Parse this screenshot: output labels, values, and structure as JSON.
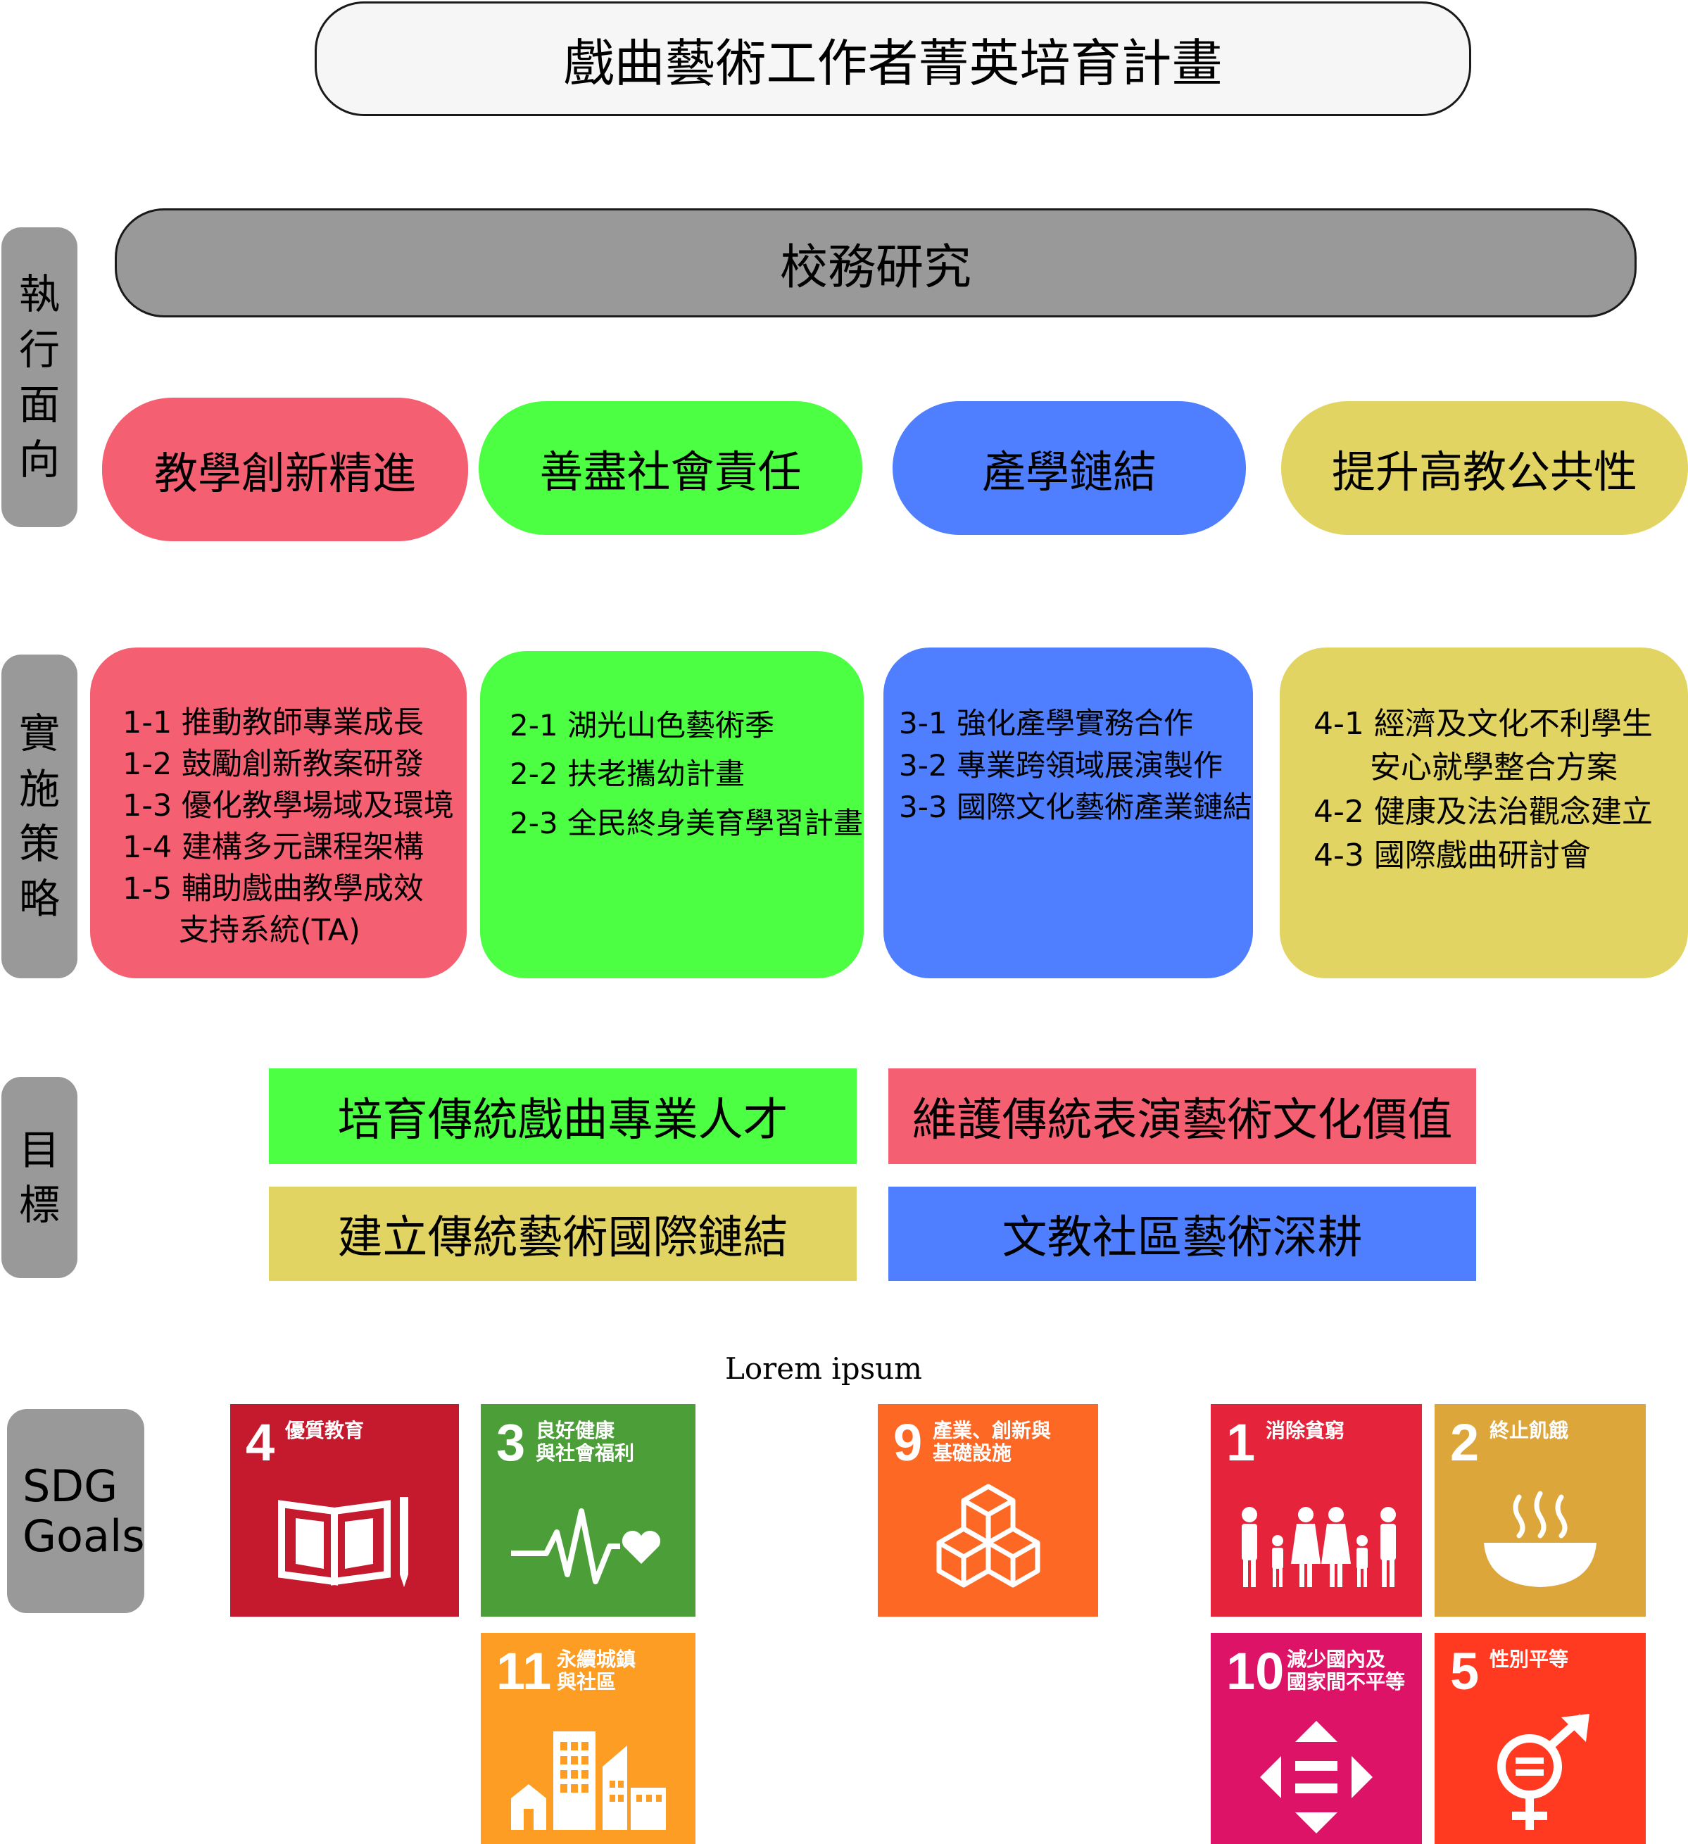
{
  "title": "戲曲藝術工作者菁英培育計畫",
  "research": "校務研究",
  "side_labels": {
    "aspects": "執\n行\n面\n向",
    "strategies": "實\n施\n策\n略",
    "goals": "目\n標",
    "sdg": "SDG\nGoals"
  },
  "aspects": [
    {
      "label": "教學創新精進",
      "color": "#f45f72"
    },
    {
      "label": "善盡社會責任",
      "color": "#4cff43"
    },
    {
      "label": "產學鏈結",
      "color": "#4f7ffe"
    },
    {
      "label": "提升高教公共性",
      "color": "#e1d462"
    }
  ],
  "strategies": [
    {
      "items": [
        "1-1 推動教師專業成長",
        "1-2 鼓勵創新教案研發",
        "1-3 優化教學場域及環境",
        "1-4 建構多元課程架構",
        "1-5 輔助戲曲教學成效",
        "支持系統(TA)"
      ]
    },
    {
      "items": [
        "2-1 湖光山色藝術季",
        "2-2 扶老攜幼計畫",
        "2-3 全民終身美育學習計畫"
      ]
    },
    {
      "items": [
        "3-1 強化產學實務合作",
        "3-2 專業跨領域展演製作",
        "3-3 國際文化藝術產業鏈結"
      ]
    },
    {
      "items": [
        "4-1 經濟及文化不利學生",
        "安心就學整合方案",
        "4-2 健康及法治觀念建立",
        "4-3 國際戲曲研討會"
      ]
    }
  ],
  "goals": [
    {
      "label": "培育傳統戲曲專業人才",
      "color": "#4cff43"
    },
    {
      "label": "維護傳統表演藝術文化價值",
      "color": "#f45f72"
    },
    {
      "label": "建立傳統藝術國際鏈結",
      "color": "#e1d462"
    },
    {
      "label": "文教社區藝術深耕",
      "color": "#4f7ffe"
    }
  ],
  "lorem": "Lorem ipsum",
  "sdg_tiles": [
    {
      "num": "4",
      "name": "優質教育",
      "color": "#c5192d",
      "icon": "book-icon"
    },
    {
      "num": "3",
      "name": "良好健康\n與社會福利",
      "color": "#4c9f38",
      "icon": "heartbeat-icon"
    },
    {
      "num": "9",
      "name": "產業、創新與\n基礎設施",
      "color": "#fd6925",
      "icon": "cubes-icon"
    },
    {
      "num": "1",
      "name": "消除貧窮",
      "color": "#e5243b",
      "icon": "family-icon"
    },
    {
      "num": "2",
      "name": "終止飢餓",
      "color": "#dda63a",
      "icon": "bowl-icon"
    },
    {
      "num": "11",
      "name": "永續城鎮\n與社區",
      "color": "#fd9d24",
      "icon": "city-icon"
    },
    {
      "num": "10",
      "name": "減少國內及\n國家間不平等",
      "color": "#dd1367",
      "icon": "equality-arrows-icon"
    },
    {
      "num": "5",
      "name": "性別平等",
      "color": "#ff3a21",
      "icon": "gender-icon"
    }
  ]
}
